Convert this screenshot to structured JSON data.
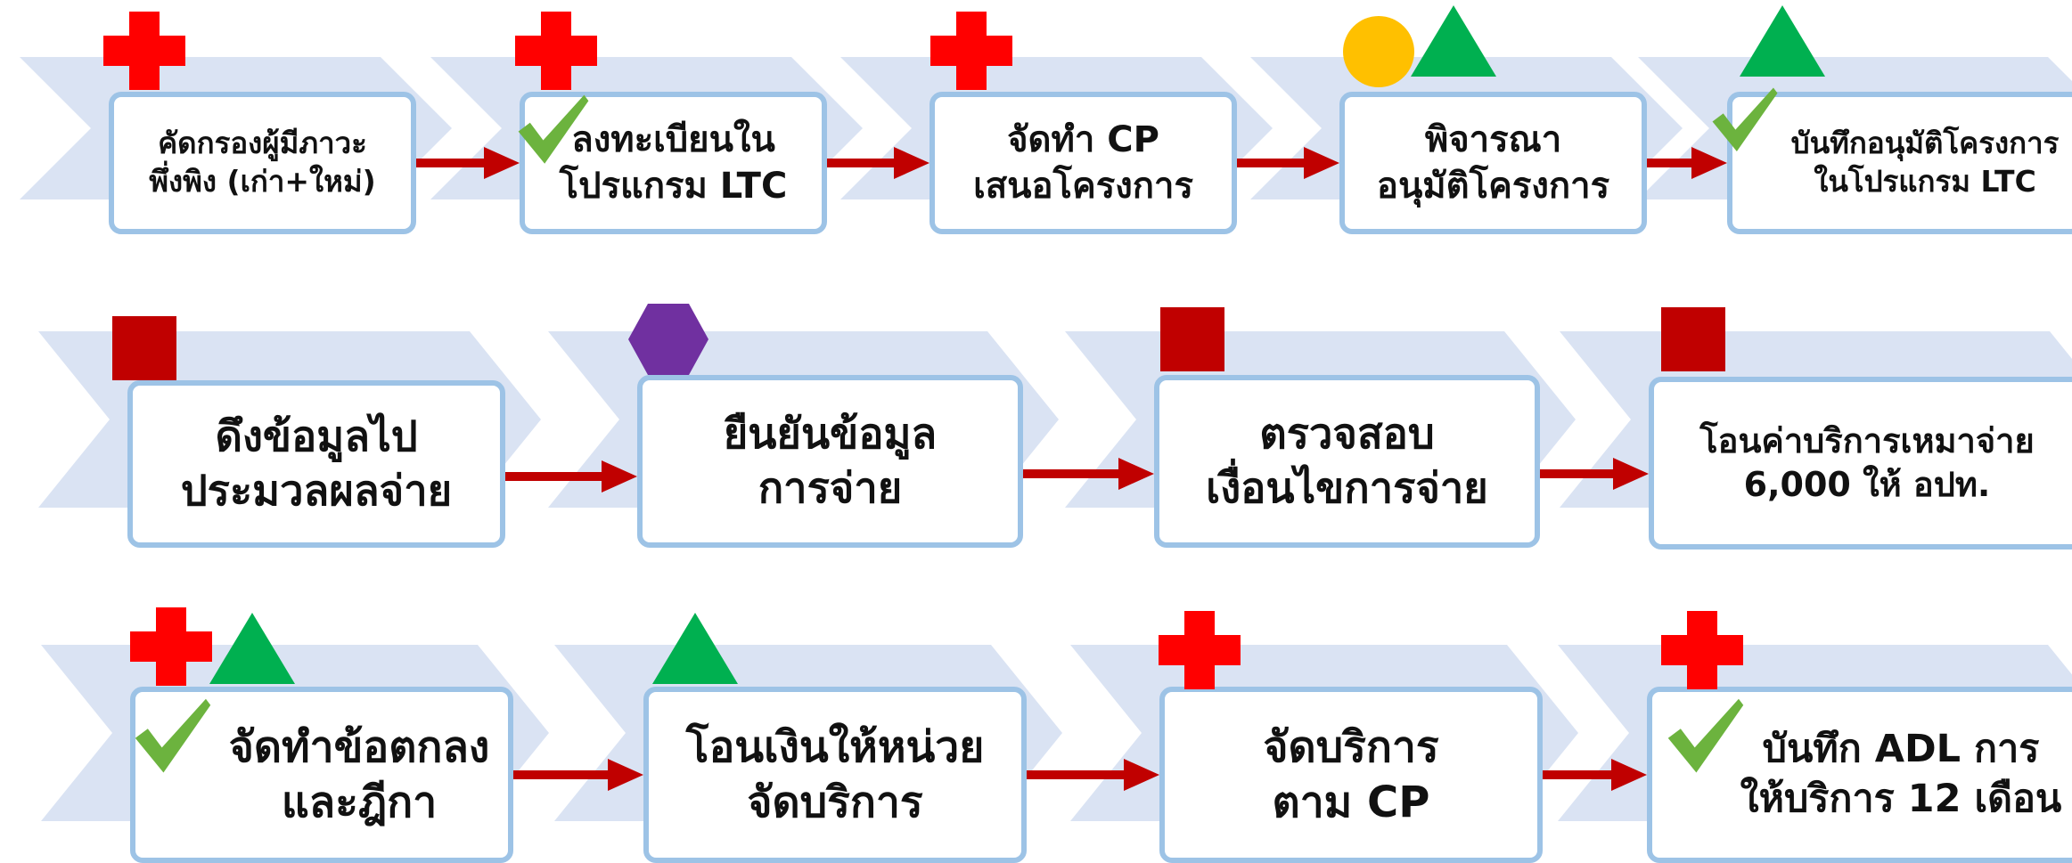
{
  "colors": {
    "chevron": "#dae3f3",
    "box_border": "#9dc3e6",
    "arrow": "#c00000",
    "cross": "#ff0000",
    "triangle": "#00b050",
    "circle": "#ffc000",
    "square": "#c00000",
    "hexagon": "#7030a0",
    "check": "#6cb33e"
  },
  "steps": [
    {
      "lines": [
        "คัดกรองผู้มีภาวะ",
        "พึ่งพิง (เก่า+ใหม่)"
      ],
      "icons": [
        "cross-icon"
      ],
      "check": false
    },
    {
      "lines": [
        "ลงทะเบียนใน",
        "โปรแกรม LTC"
      ],
      "icons": [
        "cross-icon"
      ],
      "check": true
    },
    {
      "lines": [
        "จัดทำ CP",
        "เสนอโครงการ"
      ],
      "icons": [
        "cross-icon"
      ],
      "check": false
    },
    {
      "lines": [
        "พิจารณา",
        "อนุมัติโครงการ"
      ],
      "icons": [
        "circle-icon",
        "triangle-icon"
      ],
      "check": false
    },
    {
      "lines": [
        "บันทึกอนุมัติโครงการ",
        "ในโปรแกรม LTC"
      ],
      "icons": [
        "triangle-icon"
      ],
      "check": true
    },
    {
      "lines": [
        "ดึงข้อมูลไป",
        "ประมวลผลจ่าย"
      ],
      "icons": [
        "square-icon"
      ],
      "check": false
    },
    {
      "lines": [
        "ยืนยันข้อมูล",
        "การจ่าย"
      ],
      "icons": [
        "hexagon-icon"
      ],
      "check": false
    },
    {
      "lines": [
        "ตรวจสอบ",
        "เงื่อนไขการจ่าย"
      ],
      "icons": [
        "square-icon"
      ],
      "check": false
    },
    {
      "lines": [
        "โอนค่าบริการเหมาจ่าย",
        "6,000 ให้ อปท."
      ],
      "icons": [
        "square-icon"
      ],
      "check": false
    },
    {
      "lines": [
        "จัดทำข้อตกลง",
        "และฎีกา"
      ],
      "icons": [
        "cross-icon",
        "triangle-icon"
      ],
      "check": true
    },
    {
      "lines": [
        "โอนเงินให้หน่วย",
        "จัดบริการ"
      ],
      "icons": [
        "triangle-icon"
      ],
      "check": false
    },
    {
      "lines": [
        "จัดบริการ",
        "ตาม CP"
      ],
      "icons": [
        "cross-icon"
      ],
      "check": false
    },
    {
      "lines": [
        "บันทึก ADL การ",
        "ให้บริการ 12 เดือน"
      ],
      "icons": [
        "cross-icon"
      ],
      "check": true
    }
  ]
}
